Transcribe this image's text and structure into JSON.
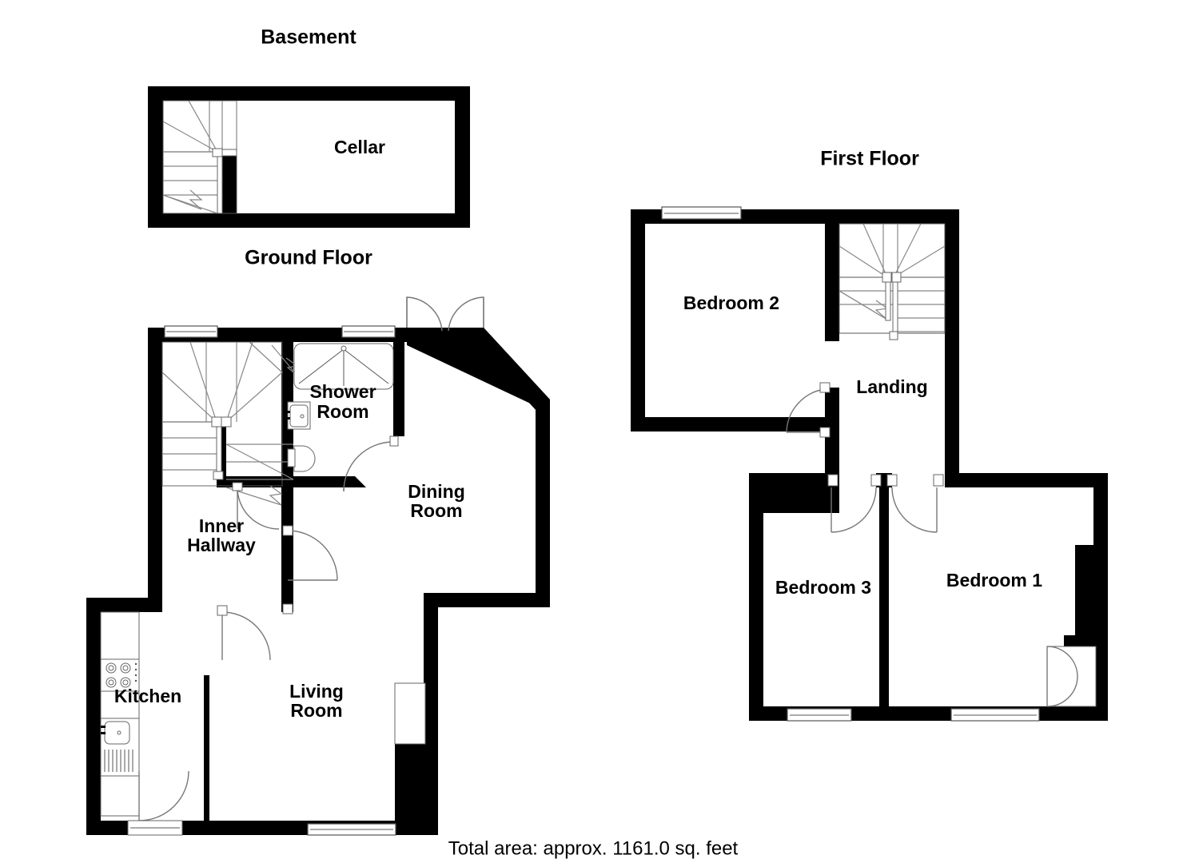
{
  "document": {
    "type": "floor-plan",
    "total_area_text": "Total area: approx. 1161.0 sq. feet",
    "background_color": "#ffffff",
    "wall_color": "#000000"
  },
  "floors": [
    {
      "id": "basement",
      "title": "Basement",
      "rooms": [
        {
          "id": "cellar",
          "label": "Cellar"
        }
      ],
      "features": [
        "staircase",
        "cellar-void"
      ]
    },
    {
      "id": "ground",
      "title": "Ground Floor",
      "rooms": [
        {
          "id": "shower-room",
          "label": "Shower\nRoom",
          "line1": "Shower",
          "line2": "Room"
        },
        {
          "id": "dining-room",
          "label": "Dining\nRoom",
          "line1": "Dining",
          "line2": "Room"
        },
        {
          "id": "inner-hallway",
          "label": "Inner\nHallway",
          "line1": "Inner",
          "line2": "Hallway"
        },
        {
          "id": "kitchen",
          "label": "Kitchen"
        },
        {
          "id": "living-room",
          "label": "Living\nRoom",
          "line1": "Living",
          "line2": "Room"
        }
      ],
      "features": [
        "staircase",
        "hob",
        "sink",
        "bath",
        "wash-basin",
        "toilet",
        "bay-window",
        "french-doors"
      ]
    },
    {
      "id": "first",
      "title": "First Floor",
      "rooms": [
        {
          "id": "bedroom-2",
          "label": "Bedroom 2"
        },
        {
          "id": "landing",
          "label": "Landing"
        },
        {
          "id": "bedroom-3",
          "label": "Bedroom 3"
        },
        {
          "id": "bedroom-1",
          "label": "Bedroom 1"
        }
      ],
      "features": [
        "staircase",
        "windows",
        "doors",
        "cupboard"
      ]
    }
  ],
  "labels": {
    "basement_title": "Basement",
    "ground_title": "Ground Floor",
    "first_title": "First Floor",
    "cellar": "Cellar",
    "shower_room_l1": "Shower",
    "shower_room_l2": "Room",
    "dining_room_l1": "Dining",
    "dining_room_l2": "Room",
    "inner_hallway_l1": "Inner",
    "inner_hallway_l2": "Hallway",
    "kitchen": "Kitchen",
    "living_room_l1": "Living",
    "living_room_l2": "Room",
    "bedroom_2": "Bedroom 2",
    "landing": "Landing",
    "bedroom_3": "Bedroom 3",
    "bedroom_1": "Bedroom 1",
    "total_area": "Total area: approx. 1161.0 sq. feet"
  }
}
